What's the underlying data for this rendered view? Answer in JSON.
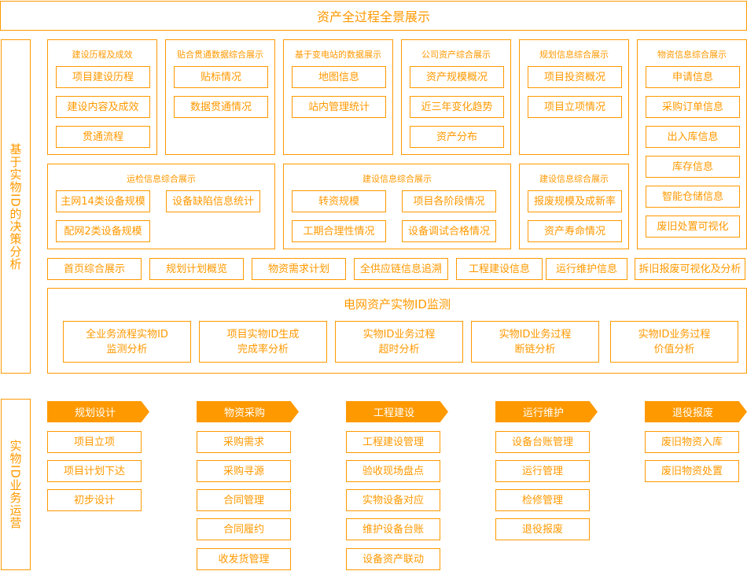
{
  "title": "资产全过程全景展示",
  "section1": {
    "label": "基于实物ID的决策分析",
    "groups": [
      {
        "title": "建设历程及成效",
        "items": [
          "项目建设历程",
          "建设内容及成效",
          "贯通流程"
        ]
      },
      {
        "title": "贴合贯通数据综合展示",
        "items": [
          "贴标情况",
          "数据贯通情况"
        ]
      },
      {
        "title": "基于变电站的数据展示",
        "items": [
          "地图信息",
          "站内管理统计"
        ]
      },
      {
        "title": "公司资产综合展示",
        "items": [
          "资产规模概况",
          "近三年变化趋势",
          "资产分布"
        ]
      },
      {
        "title": "规划信息综合展示",
        "items": [
          "项目投资概况",
          "项目立项情况"
        ]
      },
      {
        "title": "物资信息综合展示",
        "items": [
          "申请信息",
          "采购订单信息",
          "出入库信息",
          "库存信息",
          "智能仓储信息",
          "废旧处置可视化"
        ]
      },
      {
        "title": "运检信息综合展示",
        "items": [
          "主网14类设备规模",
          "设备缺陷信息统计",
          "配网2类设备规模"
        ]
      },
      {
        "title": "建设信息综合展示",
        "items": [
          "转资规模",
          "项目各阶段情况",
          "工期合理性情况",
          "设备调试合格情况"
        ]
      },
      {
        "title": "建设信息综合展示",
        "items": [
          "报废规模及成新率",
          "资产寿命情况"
        ]
      }
    ],
    "nav": [
      "首页综合展示",
      "规划计划概览",
      "物资需求计划",
      "全供应链信息追溯",
      "工程建设信息",
      "运行维护信息",
      "拆旧报废可视化及分析"
    ],
    "monitor": {
      "title": "电网资产实物ID监测",
      "items": [
        [
          "全业务流程实物ID",
          "监测分析"
        ],
        [
          "项目实物ID生成",
          "完成率分析"
        ],
        [
          "实物ID业务过程",
          "超时分析"
        ],
        [
          "实物ID业务过程",
          "断链分析"
        ],
        [
          "实物ID业务过程",
          "价值分析"
        ]
      ]
    }
  },
  "section2": {
    "label": "实物ID业务运营",
    "stages": [
      {
        "title": "规划设计",
        "items": [
          "项目立项",
          "项目计划下达",
          "初步设计"
        ]
      },
      {
        "title": "物资采购",
        "items": [
          "采购需求",
          "采购寻源",
          "合同管理",
          "合同履约",
          "收发货管理"
        ]
      },
      {
        "title": "工程建设",
        "items": [
          "工程建设管理",
          "验收现场盘点",
          "实物设备对应",
          "维护设备台账",
          "设备资产联动"
        ]
      },
      {
        "title": "运行维护",
        "items": [
          "设备台账管理",
          "运行管理",
          "检修管理",
          "退役报废"
        ]
      },
      {
        "title": "退役报废",
        "items": [
          "废旧物资入库",
          "废旧物资处置"
        ]
      }
    ]
  },
  "colors": {
    "accent": "#ff9900"
  }
}
